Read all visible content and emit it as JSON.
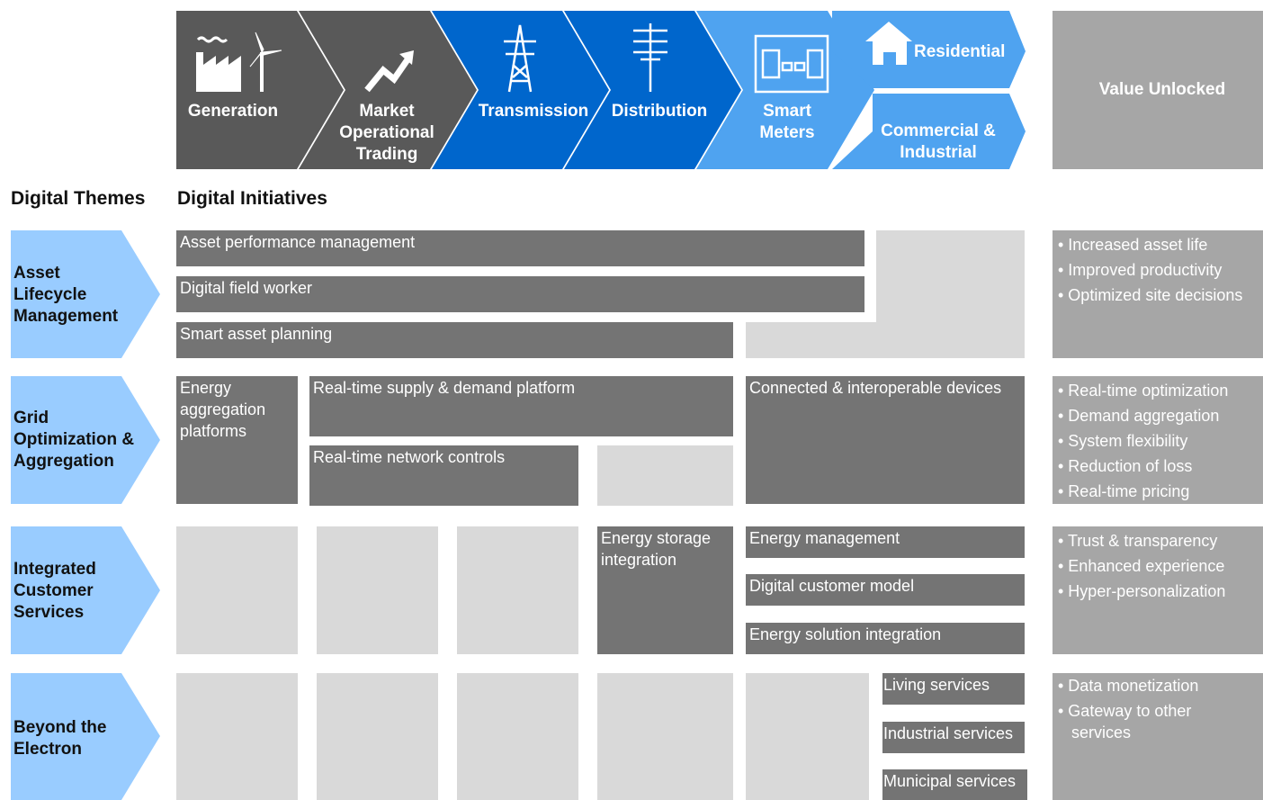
{
  "value_chain": {
    "generation": "Generation",
    "market": [
      "Market",
      "Operational",
      "Trading"
    ],
    "transmission": "Transmission",
    "distribution": "Distribution",
    "smart_meters": [
      "Smart",
      "Meters"
    ],
    "residential": "Residential",
    "commercial": [
      "Commercial &",
      "Industrial"
    ],
    "value_unlocked": "Value Unlocked"
  },
  "headers": {
    "themes": "Digital Themes",
    "initiatives": "Digital Initiatives"
  },
  "themes": [
    {
      "lines": [
        "Asset",
        "Lifecycle",
        "Management"
      ]
    },
    {
      "lines": [
        "Grid",
        "Optimization &",
        "Aggregation"
      ]
    },
    {
      "lines": [
        "Integrated",
        "Customer",
        "Services"
      ]
    },
    {
      "lines": [
        "Beyond the",
        "Electron"
      ]
    }
  ],
  "initiatives": {
    "asset_performance": "Asset performance management",
    "digital_field_worker": "Digital field worker",
    "smart_asset_planning": "Smart asset planning",
    "energy_aggregation": [
      "Energy",
      "aggregation",
      "platforms"
    ],
    "realtime_supply_demand": "Real-time supply & demand platform",
    "realtime_network_controls": "Real-time network controls",
    "connected_devices": "Connected & interoperable devices",
    "energy_storage": [
      "Energy storage",
      "integration"
    ],
    "energy_management": "Energy management",
    "digital_customer_model": "Digital customer model",
    "energy_solution_integration": "Energy solution integration",
    "living_services": "Living services",
    "industrial_services": "Industrial services",
    "municipal_services": "Municipal services"
  },
  "values": [
    [
      "• Increased asset life",
      "• Improved productivity",
      "• Optimized site decisions"
    ],
    [
      "• Real-time optimization",
      "• Demand aggregation",
      "• System flexibility",
      "• Reduction of loss",
      "• Real-time pricing"
    ],
    [
      "• Trust & transparency",
      "• Enhanced experience",
      "• Hyper-personalization"
    ],
    [
      "• Data monetization",
      "• Gateway to other",
      "   services"
    ]
  ],
  "colors": {
    "dark_chevron": "#595959",
    "blue_chevron": "#0066cc",
    "light_blue_chevron": "#4fa3f0",
    "theme_arrow": "#99ccff",
    "initiative_dark": "#747474",
    "placeholder_light": "#d9d9d9",
    "value_box": "#a6a6a6"
  }
}
